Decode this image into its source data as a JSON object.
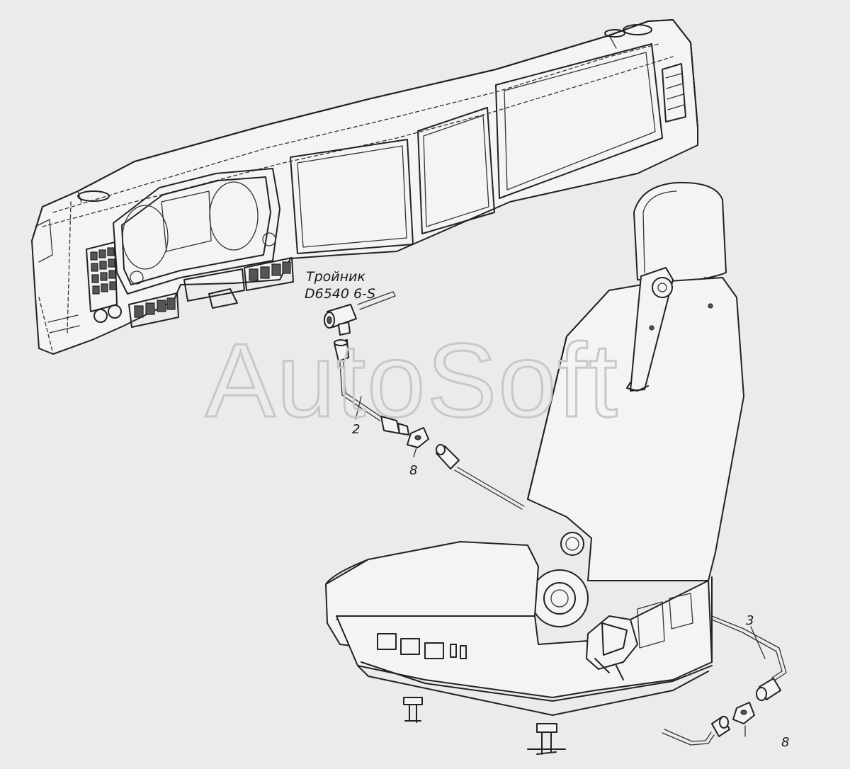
{
  "watermark": "AutoSoft",
  "callouts": {
    "tee_name": "Тройник",
    "tee_code": "D6540 6-S",
    "pipe_2": "2",
    "pipe_3": "3",
    "fitting_8_upper": "8",
    "fitting_8_lower": "8"
  }
}
